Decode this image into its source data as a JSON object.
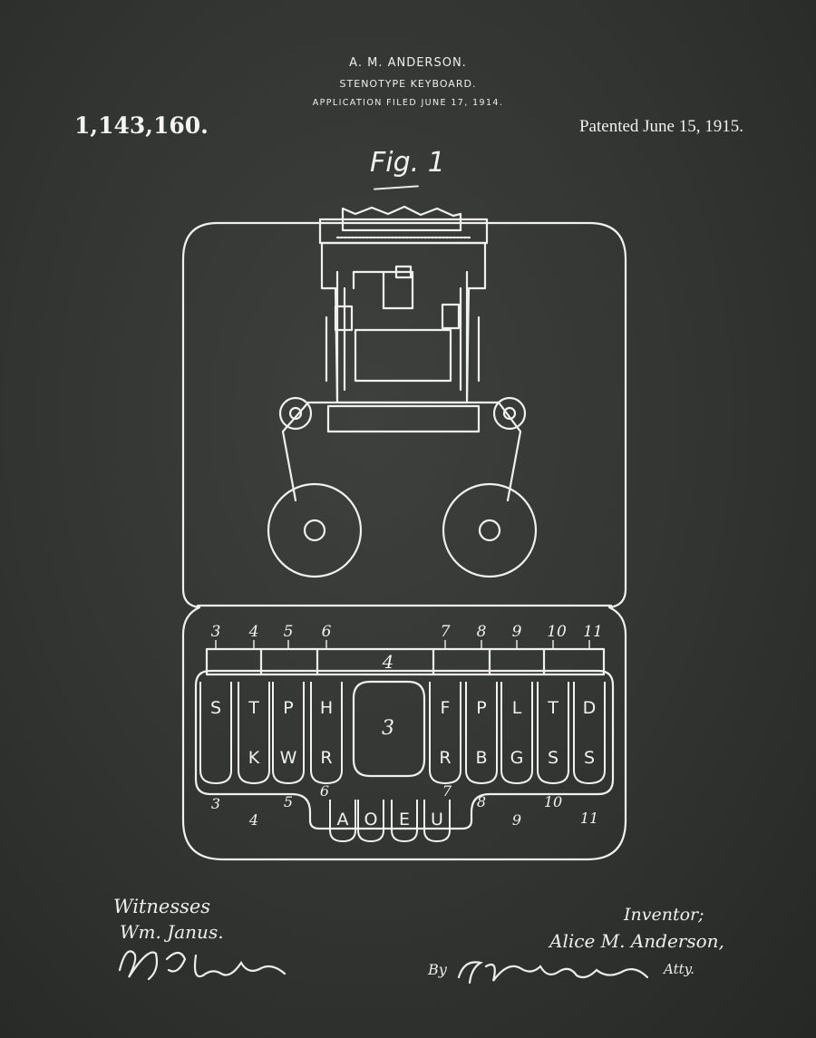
{
  "header": {
    "inventor_name": "A. M. ANDERSON.",
    "title": "STENOTYPE KEYBOARD.",
    "filed": "APPLICATION FILED JUNE 17, 1914."
  },
  "patent_number": "1,143,160.",
  "patent_date": "Patented June 15, 1915.",
  "figure_label": "Fig. 1",
  "keyboard": {
    "top_keys": [
      "S",
      "T",
      "P",
      "H",
      "F",
      "P",
      "L",
      "T",
      "D"
    ],
    "bottom_keys": [
      "K",
      "W",
      "R",
      "R",
      "B",
      "G",
      "S",
      "S"
    ],
    "vowel_keys": [
      "A",
      "O",
      "E",
      "U"
    ],
    "top_numbers": [
      "3",
      "4",
      "5",
      "6",
      "7",
      "8",
      "9",
      "10",
      "11"
    ],
    "bottom_numbers": [
      "3",
      "4",
      "5",
      "6",
      "7",
      "8",
      "9",
      "10",
      "11"
    ],
    "bar_label": "4",
    "center_label": "3"
  },
  "signatures": {
    "witnesses_label": "Witnesses",
    "witness_1": "Wm. Janus.",
    "inventor_label": "Inventor;",
    "inventor_name": "Alice M. Anderson,",
    "by_label": "By",
    "atty_label": "Atty."
  },
  "colors": {
    "background": "#323432",
    "ink": "#f2f2ee"
  }
}
